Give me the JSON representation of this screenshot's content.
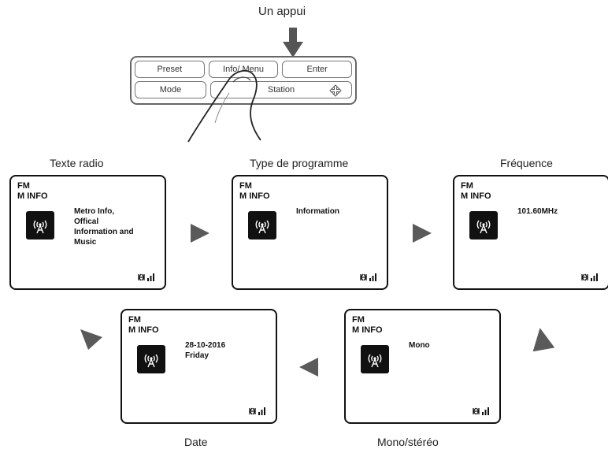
{
  "top_caption": "Un appui",
  "panel": {
    "row1": [
      "Preset",
      "Info/ Menu",
      "Enter"
    ],
    "row2": [
      "Mode",
      "Station"
    ],
    "nav_icon": "four-way-arrow-icon"
  },
  "screens": [
    {
      "caption": "Texte radio",
      "band": "FM",
      "station": "M INFO",
      "text": "Metro Info,\nOffical\nInformation and\nMusic"
    },
    {
      "caption": "Type de programme",
      "band": "FM",
      "station": "M INFO",
      "text": "Information"
    },
    {
      "caption": "Fréquence",
      "band": "FM",
      "station": "M INFO",
      "text": "101.60MHz"
    },
    {
      "caption": "Mono/stéréo",
      "band": "FM",
      "station": "M INFO",
      "text": "Mono"
    },
    {
      "caption": "Date",
      "band": "FM",
      "station": "M INFO",
      "text": "28-10-2016\nFriday"
    }
  ],
  "icons": {
    "screen_icon": "radio-broadcast-icon",
    "status_icon": "stereo-signal-icon"
  },
  "colors": {
    "arrow": "#5a5a5a",
    "screen_border": "#111111",
    "panel_border": "#666666"
  }
}
